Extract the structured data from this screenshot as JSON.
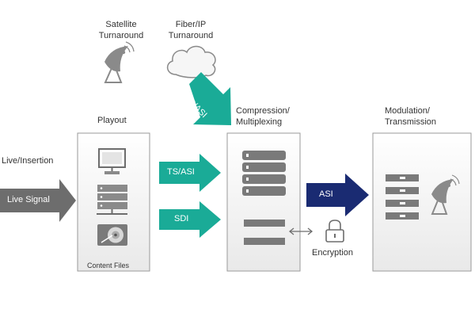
{
  "sources": {
    "satellite": {
      "line1": "Satellite",
      "line2": "Turnaround",
      "icon": "satellite-dish-icon"
    },
    "fiber": {
      "line1": "Fiber/IP",
      "line2": "Turnaround",
      "icon": "cloud-icon"
    }
  },
  "live": {
    "label": "Live/Insertion",
    "arrow_text": "Live Signal"
  },
  "playout": {
    "title": "Playout",
    "footer": "Content Files",
    "icons": [
      "monitor-icon",
      "server-icon",
      "hard-disk-icon"
    ]
  },
  "links": {
    "ts_diag": "TS/ASI",
    "ts_asi": "TS/ASI",
    "sdi": "SDI",
    "asi": "ASI"
  },
  "compression": {
    "line1": "Compression/",
    "line2": "Multiplexing",
    "icons": [
      "server-stack-icon",
      "server-icon"
    ]
  },
  "encryption": {
    "label": "Encryption",
    "icon": "lock-icon"
  },
  "modulation": {
    "line1": "Modulation/",
    "line2": "Transmission",
    "icons": [
      "server-stack-icon",
      "satellite-dish-icon"
    ]
  },
  "colors": {
    "teal": "#1aab97",
    "navy": "#1a2b72",
    "gray_arrow": "#6d6d6d",
    "box_border": "#9a9a9a",
    "icon_gray": "#8a8a8a"
  }
}
